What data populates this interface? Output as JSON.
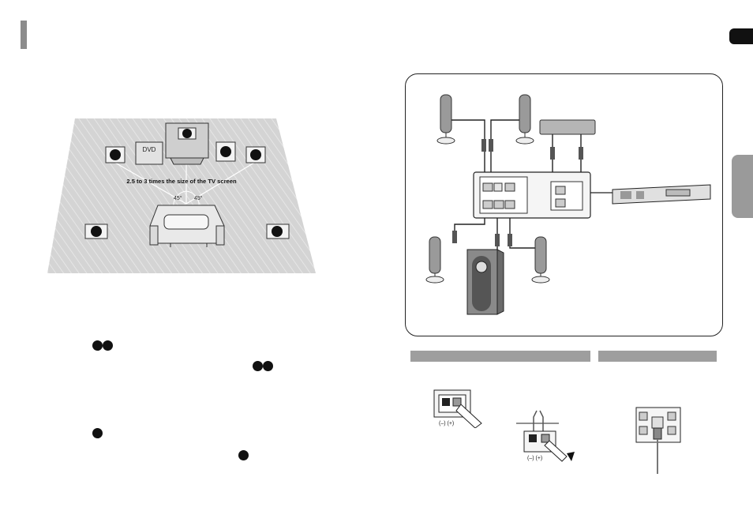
{
  "room_diagram": {
    "dvd_label": "DVD",
    "distance_caption": "2.5 to 3 times the size of the TV screen",
    "angle_left": "45°",
    "angle_right": "45°"
  },
  "terminal_labels": {
    "minus_plus": "(–)  (+)"
  },
  "colors": {
    "bar_gray": "#9e9e9e",
    "title_bar": "#8c8c8c",
    "floor": "#d6d6d6"
  }
}
